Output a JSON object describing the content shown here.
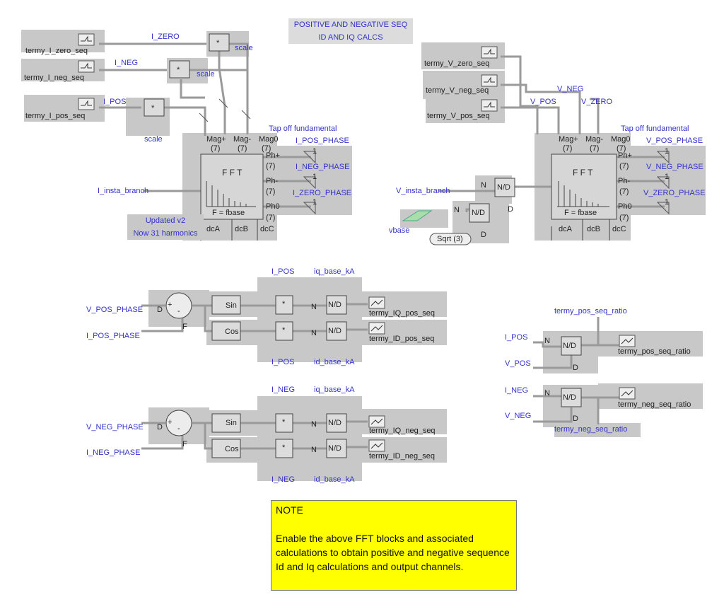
{
  "title": {
    "line1": "POSITIVE AND NEGATIVE SEQ",
    "line2": "ID AND IQ CALCS"
  },
  "note": {
    "heading": "NOTE",
    "body": "Enable the above FFT blocks and associated calculations to obtain positive and negative sequence Id and Iq calculations and output channels."
  },
  "current_fft": {
    "update_note": {
      "line1": "Updated v2",
      "line2": "Now 31 harmonics"
    },
    "input": "I_insta_branch",
    "scale_labels": [
      "scale",
      "scale",
      "scale"
    ],
    "signals": [
      "I_ZERO",
      "I_NEG",
      "I_POS"
    ],
    "outputs": [
      "termy_I_zero_seq",
      "termy_I_neg_seq",
      "termy_I_pos_seq"
    ],
    "phases": [
      "I_POS_PHASE",
      "I_NEG_PHASE",
      "I_ZERO_PHASE"
    ],
    "tap_label": "Tap off fundamental"
  },
  "voltage_fft": {
    "input": "V_insta_branch",
    "vbase": "vbase",
    "sqrt": "Sqrt (3)",
    "signals": [
      "V_NEG",
      "V_POS",
      "V_ZERO"
    ],
    "outputs": [
      "termy_V_zero_seq",
      "termy_V_neg_seq",
      "termy_V_pos_seq"
    ],
    "phases": [
      "V_POS_PHASE",
      "V_NEG_PHASE",
      "V_ZERO_PHASE"
    ],
    "tap_label": "Tap off fundamental"
  },
  "fft_block": {
    "title": "F F T",
    "fbase": "F = fbase",
    "ports_top": [
      "Mag+",
      "Mag-",
      "Mag0"
    ],
    "port_count": "(7)",
    "ports_right": [
      "Ph+",
      "Ph-",
      "Ph0"
    ],
    "ports_bottom": [
      "dcA",
      "dcB",
      "dcC"
    ]
  },
  "blocks": {
    "mult": "*",
    "div": "N/D",
    "sin": "Sin",
    "cos": "Cos",
    "one": "1",
    "sum_plus": "+",
    "sum_minus": "-",
    "D": "D",
    "F": "F",
    "N": "N"
  },
  "pos_seq": {
    "v_phase": "V_POS_PHASE",
    "i_phase": "I_POS_PHASE",
    "i_top": "I_POS",
    "i_bot": "I_POS",
    "base_top": "iq_base_kA",
    "base_bot": "id_base_kA",
    "out_iq": "termy_IQ_pos_seq",
    "out_id": "termy_ID_pos_seq"
  },
  "neg_seq": {
    "v_phase": "V_NEG_PHASE",
    "i_phase": "I_NEG_PHASE",
    "i_top": "I_NEG",
    "i_bot": "I_NEG",
    "base_top": "iq_base_kA",
    "base_bot": "id_base_kA",
    "out_iq": "termy_IQ_neg_seq",
    "out_id": "termy_ID_neg_seq"
  },
  "ratio_pos": {
    "top_label": "termy_pos_seq_ratio",
    "n": "I_POS",
    "d": "V_POS",
    "out": "termy_pos_seq_ratio"
  },
  "ratio_neg": {
    "bottom_label": "termy_neg_seq_ratio",
    "n": "I_NEG",
    "d": "V_NEG",
    "out": "termy_neg_seq_ratio"
  },
  "colors": {
    "wire": "#808080",
    "shade": "#c8c8c8",
    "label": "#3333cc",
    "note_bg": "#ffff00"
  }
}
